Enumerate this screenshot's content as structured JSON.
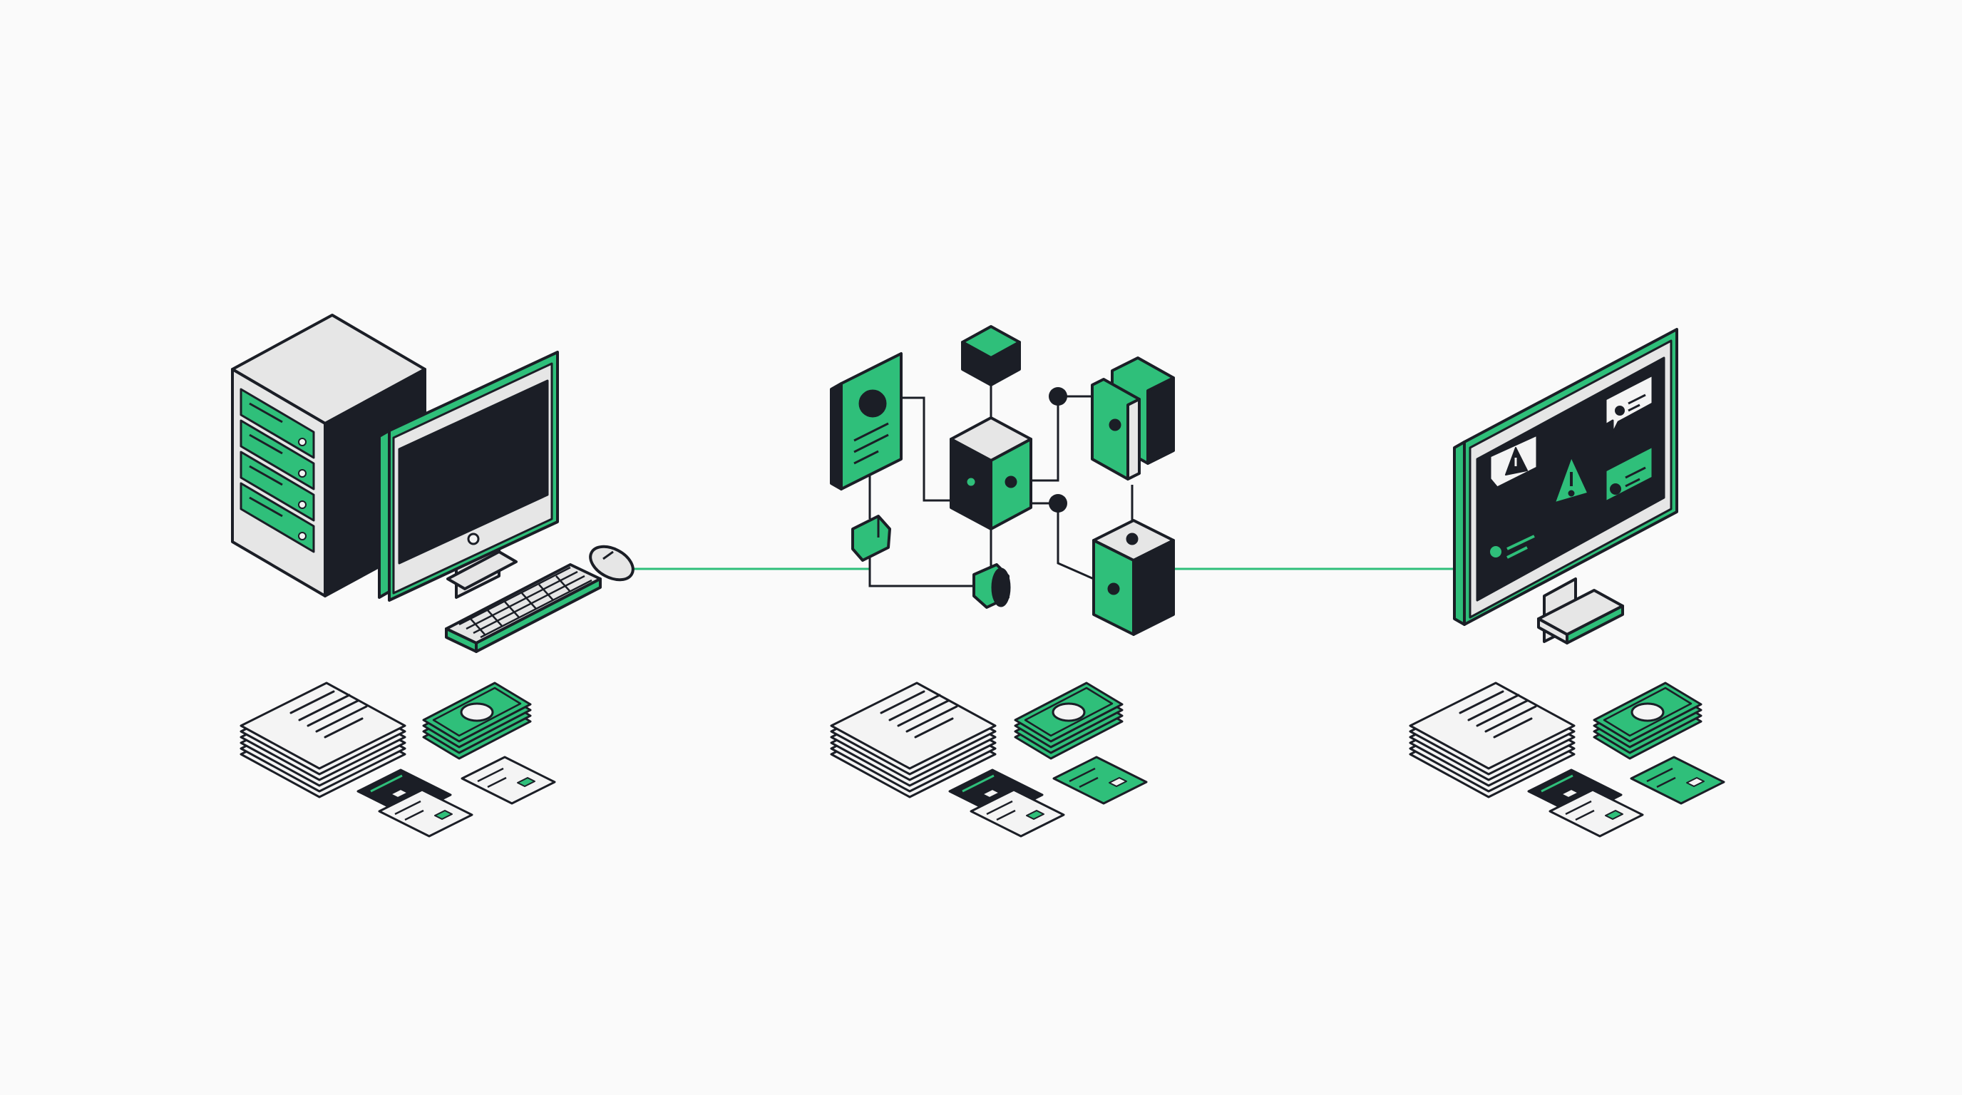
{
  "colors": {
    "background": "#fafafa",
    "ink": "#1b1e26",
    "accent": "#2fbf7a",
    "light_face": "#e6e6e6",
    "paper": "#f4f4f4",
    "connector": "#2fbf7a"
  },
  "stages": [
    {
      "name": "source-workstation",
      "icons": [
        "server-tower-icon",
        "desktop-monitor-icon",
        "keyboard-icon",
        "mouse-icon"
      ]
    },
    {
      "name": "processing-network",
      "icons": [
        "profile-card-icon",
        "cube-node-icon",
        "cylinder-node-icon",
        "connector-dot-icon"
      ]
    },
    {
      "name": "alert-dashboard",
      "icons": [
        "warning-icon",
        "chat-bubble-icon",
        "profile-card-icon",
        "status-item-icon"
      ]
    }
  ],
  "assets": [
    "document-stack-icon",
    "banknote-stack-icon",
    "credit-card-icon"
  ]
}
